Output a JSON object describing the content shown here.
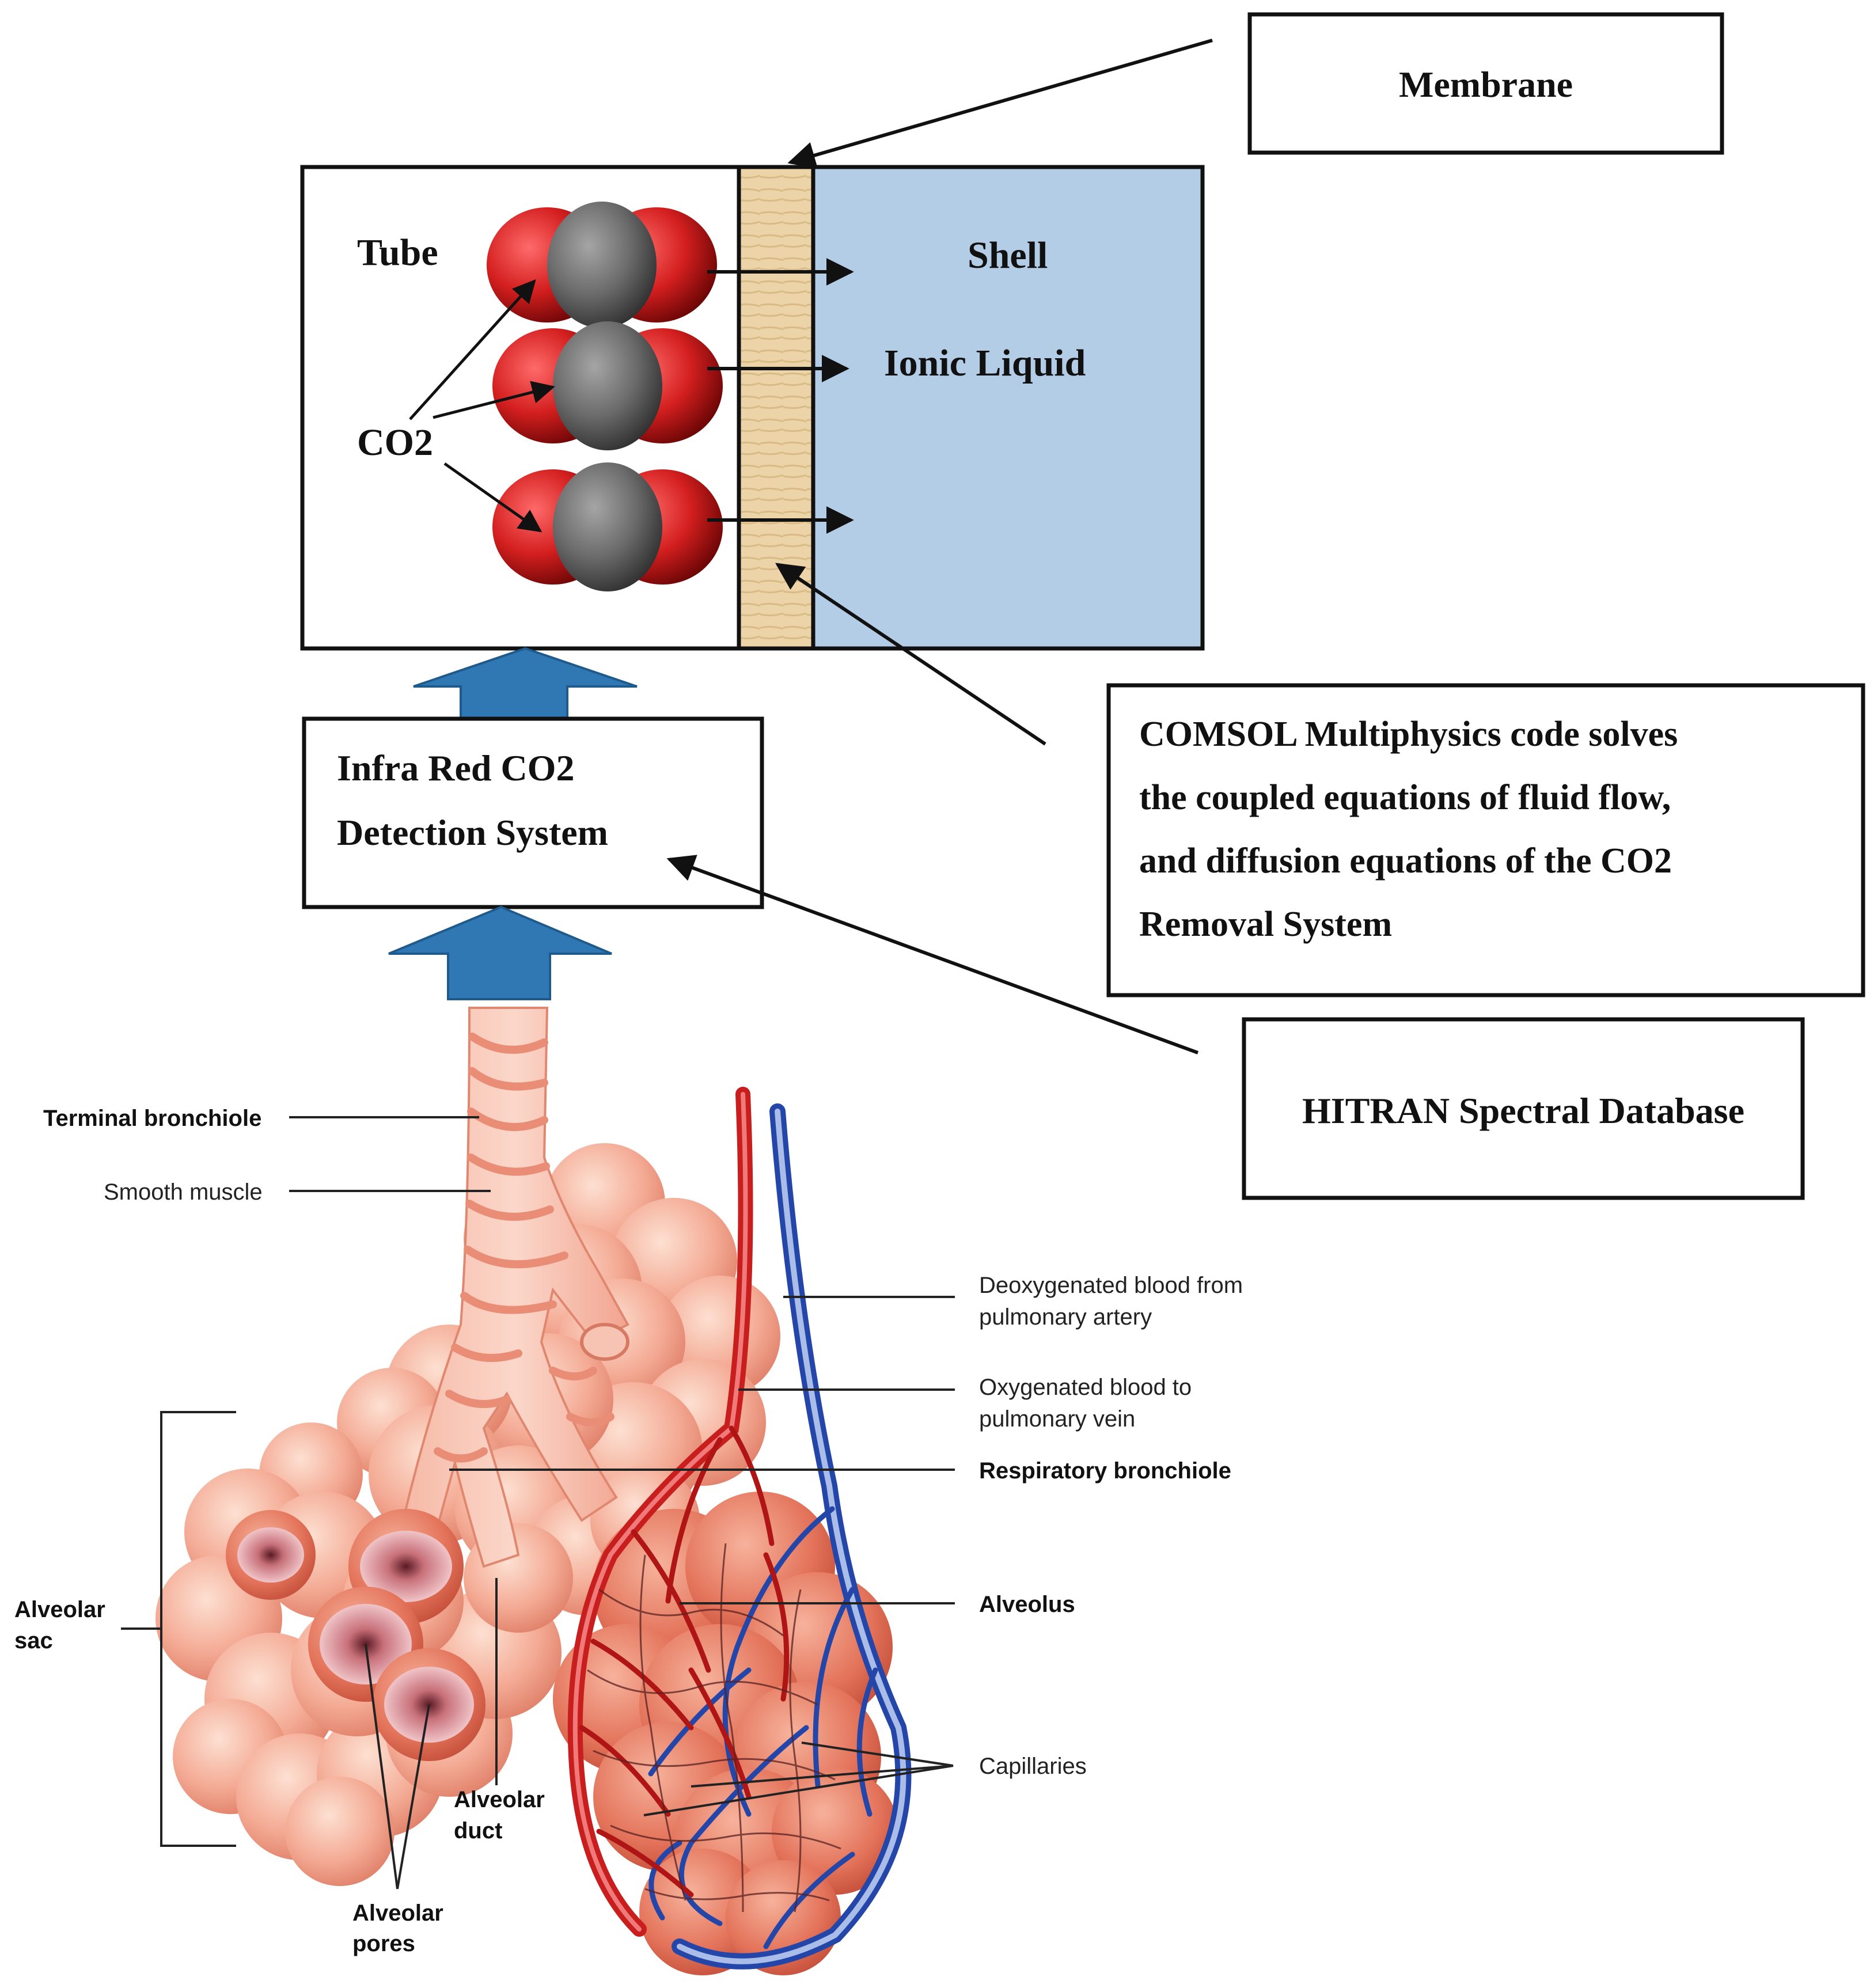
{
  "colors": {
    "shell_fill": "#b4cde6",
    "membrane_fill": "#ecd3a8",
    "up_arrow_fill": "#2f78b4",
    "oxygen_red": "#d41f1f",
    "carbon_grey": "#6b6b6b",
    "alveoli_pink": "#f2a48f",
    "vessel_red": "#c81e1e",
    "vessel_blue": "#2446a8"
  },
  "icons": {
    "co2_molecule": "co2-molecule-icon",
    "up_arrow": "up-arrow-icon",
    "lung_illustration": "alveoli-illustration"
  },
  "labels": {
    "membrane": "Membrane",
    "tube": "Tube",
    "shell": "Shell",
    "ionic_liquid": "Ionic Liquid",
    "co2": "CO2",
    "ir_line1": "Infra Red CO2",
    "ir_line2": "Detection System",
    "comsol": [
      "COMSOL Multiphysics code solves",
      "the coupled equations of fluid flow,",
      "and diffusion equations of the CO2",
      "Removal System"
    ],
    "hitran": "HITRAN Spectral Database"
  },
  "anatomy": {
    "terminal_bronchiole": "Terminal bronchiole",
    "smooth_muscle": "Smooth muscle",
    "deoxygenated": [
      "Deoxygenated blood from",
      "pulmonary artery"
    ],
    "oxygenated": [
      "Oxygenated blood to",
      "pulmonary vein"
    ],
    "respiratory_bronchiole": "Respiratory bronchiole",
    "alveolus": "Alveolus",
    "capillaries": "Capillaries",
    "alveolar_sac": [
      "Alveolar",
      "sac"
    ],
    "alveolar_duct": [
      "Alveolar",
      "duct"
    ],
    "alveolar_pores": [
      "Alveolar",
      "pores"
    ]
  }
}
